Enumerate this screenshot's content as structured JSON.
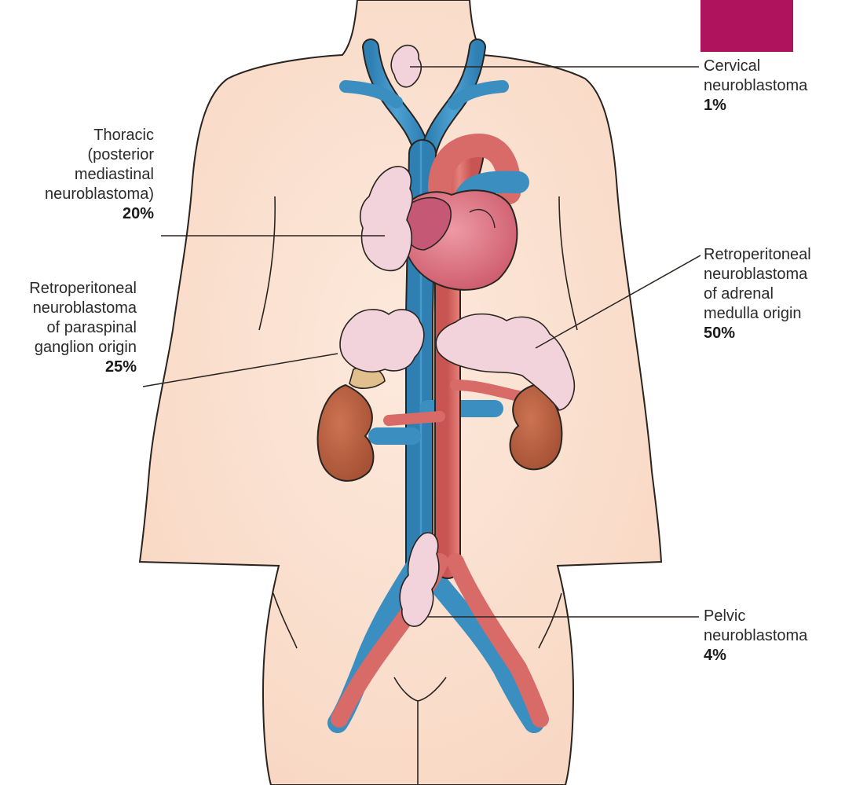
{
  "colors": {
    "skin": "#fbe3d3",
    "skin_outline": "#2a2420",
    "vein": "#3a8ec0",
    "artery": "#d86a68",
    "heart": "#d8707f",
    "tumor": "#f2d3dc",
    "kidney": "#b85f3d",
    "adrenal": "#e2c08e",
    "accent": "#b0135e"
  },
  "labels": [
    {
      "id": "cervical",
      "lines": [
        "Cervical",
        "neuroblastoma"
      ],
      "percent": "1%"
    },
    {
      "id": "thoracic",
      "lines": [
        "Thoracic",
        "(posterior",
        "mediastinal",
        "neuroblastoma)"
      ],
      "percent": "20%"
    },
    {
      "id": "paraspinal",
      "lines": [
        "Retroperitoneal",
        "neuroblastoma",
        "of paraspinal",
        "ganglion origin"
      ],
      "percent": "25%"
    },
    {
      "id": "adrenal",
      "lines": [
        "Retroperitoneal",
        "neuroblastoma",
        "of adrenal",
        "medulla origin"
      ],
      "percent": "50%"
    },
    {
      "id": "pelvic",
      "lines": [
        "Pelvic",
        "neuroblastoma"
      ],
      "percent": "4%"
    }
  ]
}
